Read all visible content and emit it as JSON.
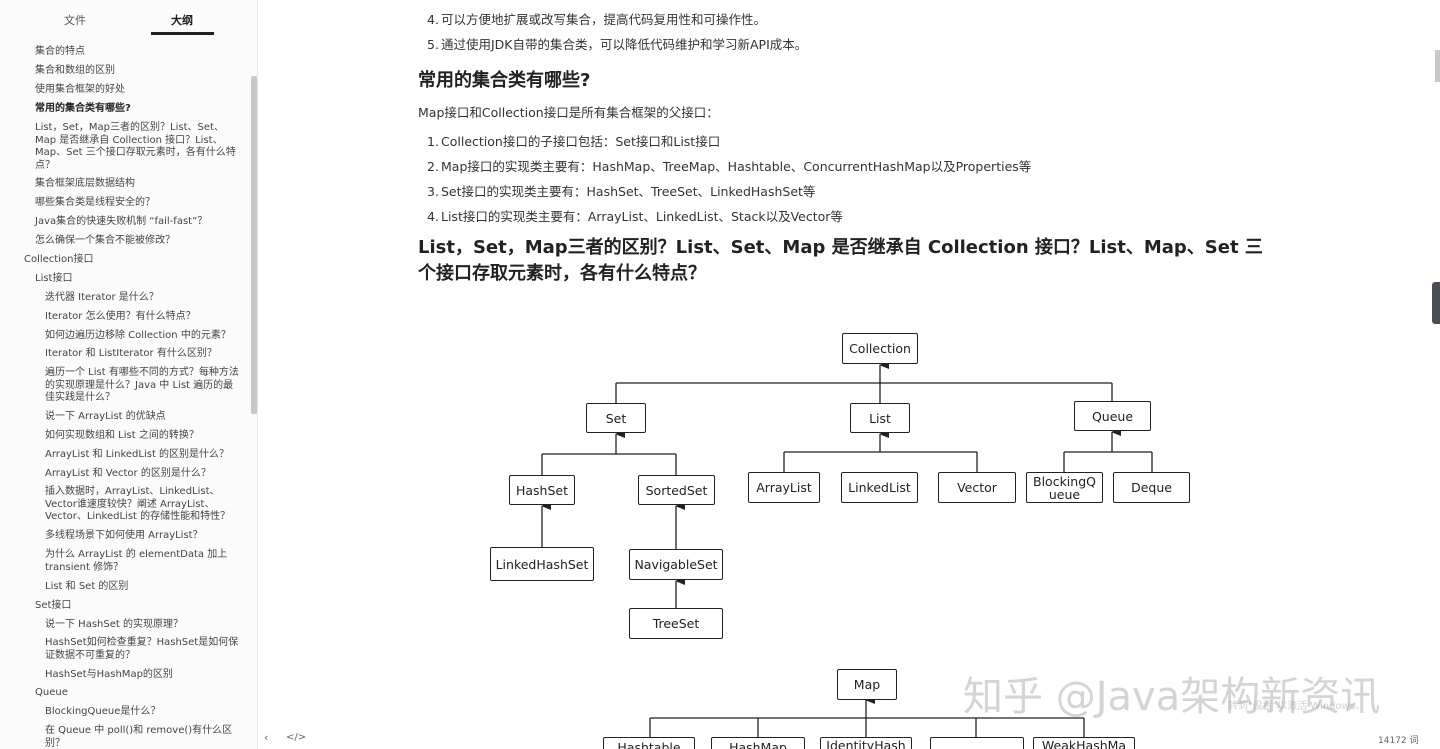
{
  "sidebar": {
    "tabs": {
      "files": "文件",
      "outline": "大纲"
    },
    "outline": [
      "集合的特点",
      "集合和数组的区别",
      "使用集合框架的好处",
      "常用的集合类有哪些?",
      "List，Set，Map三者的区别？List、Set、Map 是否继承自 Collection 接口？List、Map、Set 三个接口存取元素时，各有什么特点？",
      "集合框架底层数据结构",
      "哪些集合类是线程安全的？",
      "Java集合的快速失败机制 “fail-fast”？",
      "怎么确保一个集合不能被修改？",
      "Collection接口",
      "List接口",
      "迭代器 Iterator 是什么？",
      "Iterator 怎么使用？有什么特点？",
      "如何边遍历边移除 Collection 中的元素？",
      "Iterator 和 ListIterator 有什么区别？",
      "遍历一个 List 有哪些不同的方式？每种方法的实现原理是什么？Java 中 List 遍历的最佳实践是什么？",
      "说一下 ArrayList 的优缺点",
      "如何实现数组和 List 之间的转换？",
      "ArrayList 和 LinkedList 的区别是什么？",
      "ArrayList 和 Vector 的区别是什么？",
      "插入数据时，ArrayList、LinkedList、Vector谁速度较快？阐述 ArrayList、Vector、LinkedList 的存储性能和特性？",
      "多线程场景下如何使用 ArrayList？",
      "为什么 ArrayList 的 elementData 加上 transient 修饰？",
      "List 和 Set 的区别",
      "Set接口",
      "说一下 HashSet 的实现原理？",
      "HashSet如何检查重复？HashSet是如何保证数据不可重复的？",
      "HashSet与HashMap的区别",
      "Queue",
      "BlockingQueue是什么？",
      "在 Queue 中 poll()和 remove()有什么区别？"
    ],
    "footer": {
      "prev": "‹",
      "source": "</>"
    }
  },
  "content": {
    "list_top": [
      {
        "n": "4.",
        "text": "可以方便地扩展或改写集合，提高代码复用性和可操作性。"
      },
      {
        "n": "5.",
        "text": "通过使用JDK自带的集合类，可以降低代码维护和学习新API成本。"
      }
    ],
    "heading1": "常用的集合类有哪些?",
    "para1": "Map接口和Collection接口是所有集合框架的父接口：",
    "list2": [
      {
        "n": "1.",
        "text": "Collection接口的子接口包括：Set接口和List接口"
      },
      {
        "n": "2.",
        "text": "Map接口的实现类主要有：HashMap、TreeMap、Hashtable、ConcurrentHashMap以及Properties等"
      },
      {
        "n": "3.",
        "text": "Set接口的实现类主要有：HashSet、TreeSet、LinkedHashSet等"
      },
      {
        "n": "4.",
        "text": "List接口的实现类主要有：ArrayList、LinkedList、Stack以及Vector等"
      }
    ],
    "heading2": "List，Set，Map三者的区别？List、Set、Map 是否继承自 Collection 接口？List、Map、Set 三个接口存取元素时，各有什么特点？",
    "diagram": {
      "collection": "Collection",
      "set": "Set",
      "list": "List",
      "queue": "Queue",
      "hashset": "HashSet",
      "sortedset": "SortedSet",
      "arraylist": "ArrayList",
      "linkedlist": "LinkedList",
      "vector": "Vector",
      "blockingqueue": "BlockingQueue",
      "deque": "Deque",
      "linkedhashset": "LinkedHashSet",
      "navigableset": "NavigableSet",
      "treeset": "TreeSet",
      "map": "Map",
      "hashtable": "Hashtable",
      "hashmap": "HashMap",
      "identityhash": "IdentityHash",
      "weakhashmap": "WeakHashMa"
    },
    "watermark": "知乎 @Java架构新资讯",
    "watermark_small": "转到\"设置\"以激活 Windows。",
    "word_count": "14172 词"
  }
}
